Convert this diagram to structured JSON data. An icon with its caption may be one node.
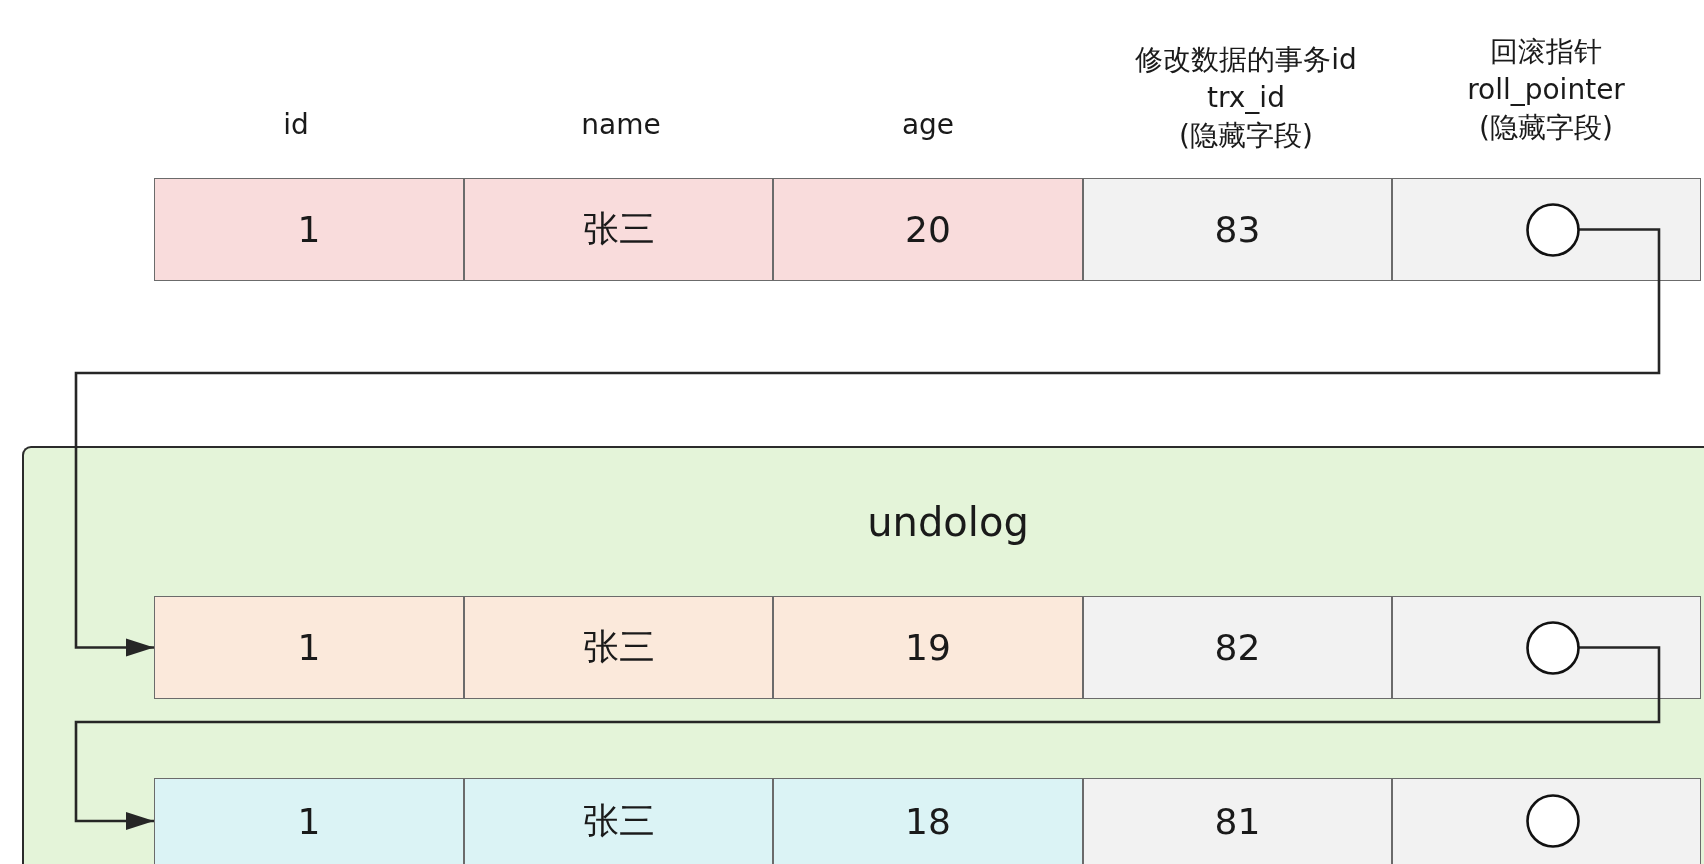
{
  "diagram": {
    "nodes": [
      {
        "text": [
          "1"
        ]
      },
      {
        "text": [
          "张三"
        ]
      },
      {
        "text": [
          "20"
        ]
      },
      {
        "text": [
          "83"
        ]
      },
      {
        "text": [],
        "shape": "box"
      },
      {
        "text": [],
        "shape": "circle",
        "in": 4
      },
      {
        "text": [
          "undolog"
        ]
      },
      {
        "text": [
          "1"
        ],
        "in": 6
      },
      {
        "text": [
          "张三"
        ],
        "in": 6
      },
      {
        "text": [
          "19"
        ],
        "in": 6
      },
      {
        "text": [
          "82"
        ],
        "in": 6
      },
      {
        "text": [],
        "shape": "box",
        "in": 6
      },
      {
        "text": [],
        "shape": "circle",
        "in": 11
      },
      {
        "text": [
          "1"
        ],
        "in": 6
      },
      {
        "text": [
          "张三"
        ],
        "in": 6
      },
      {
        "text": [
          "18"
        ],
        "in": 6
      },
      {
        "text": [
          "81"
        ],
        "in": 6
      },
      {
        "text": [],
        "shape": "box",
        "in": 6
      },
      {
        "text": [],
        "shape": "circle",
        "in": 17
      }
    ],
    "edges": [
      {
        "from": 5,
        "to": 7,
        "arrow": "to"
      },
      {
        "from": 12,
        "to": 13,
        "arrow": "to"
      }
    ],
    "labels": [
      "id",
      "name",
      "age",
      "修改数据的事务id trx_id (隐藏字段)",
      "回滚指针 roll_pointer (隐藏字段)"
    ]
  }
}
